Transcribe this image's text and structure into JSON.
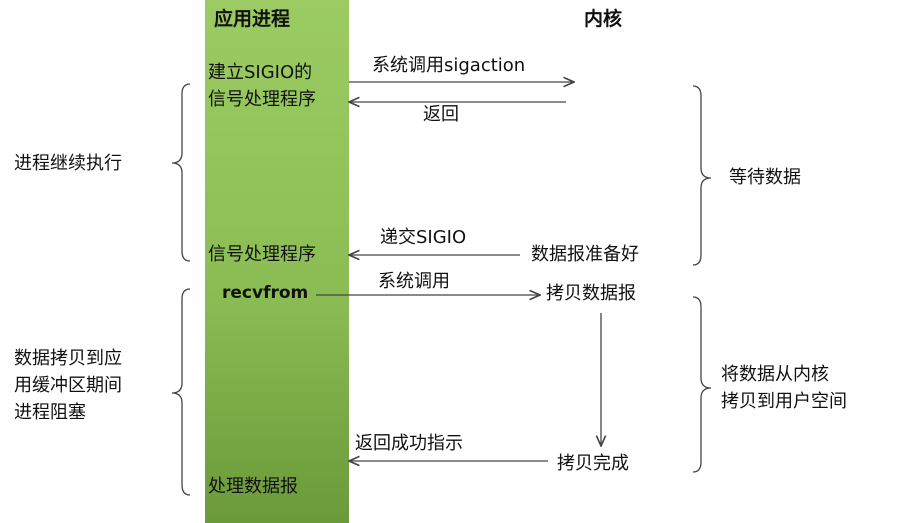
{
  "header": {
    "app_process": "应用进程",
    "kernel": "内核"
  },
  "steps": {
    "establish_line1": "建立SIGIO的",
    "establish_line2": "信号处理程序",
    "syscall_sigaction": "系统调用sigaction",
    "return": "返回",
    "deliver_sigio": "递交SIGIO",
    "datagram_ready": "数据报准备好",
    "signal_handler": "信号处理程序",
    "recvfrom": "recvfrom",
    "syscall": "系统调用",
    "copy_datagram": "拷贝数据报",
    "return_success": "返回成功指示",
    "copy_done": "拷贝完成",
    "process_datagram": "处理数据报"
  },
  "left_annotations": {
    "continue": "进程继续执行",
    "blocked_line1": "数据拷贝到应",
    "blocked_line2": "用缓冲区期间",
    "blocked_line3": "进程阻塞"
  },
  "right_annotations": {
    "wait_data": "等待数据",
    "copy_line1": "将数据从内核",
    "copy_line2": "拷贝到用户空间"
  },
  "colors": {
    "app_bar_top": "#9ccb63",
    "app_bar_bottom": "#6a9a3a",
    "line": "#444444"
  }
}
